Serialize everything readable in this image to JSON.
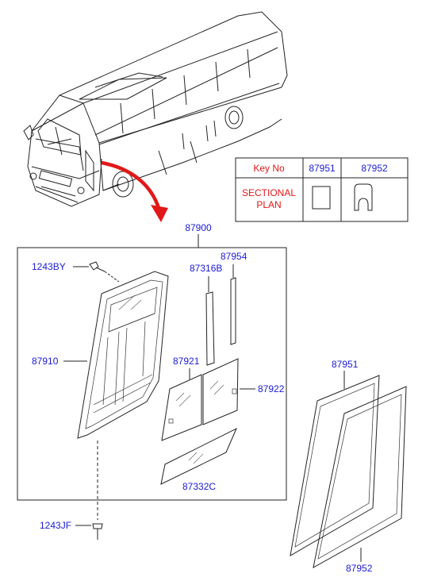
{
  "key_table": {
    "header_key": "Key  No",
    "col1": "87951",
    "col2": "87952",
    "row_label_line1": "SECTIONAL",
    "row_label_line2": "PLAN"
  },
  "parts": {
    "assembly": "87900",
    "screw_top": "1243BY",
    "screw_bottom": "1243JF",
    "frame": "87910",
    "strip_a": "87316B",
    "strip_b": "87954",
    "glass_upper": "87921",
    "glass_right": "87922",
    "glass_lower": "87332C",
    "seal_front": "87951",
    "seal_rear": "87952"
  },
  "colors": {
    "label": "#1a1ad6",
    "key_label": "#e21818",
    "arrow": "#e21818",
    "line": "#222222"
  }
}
